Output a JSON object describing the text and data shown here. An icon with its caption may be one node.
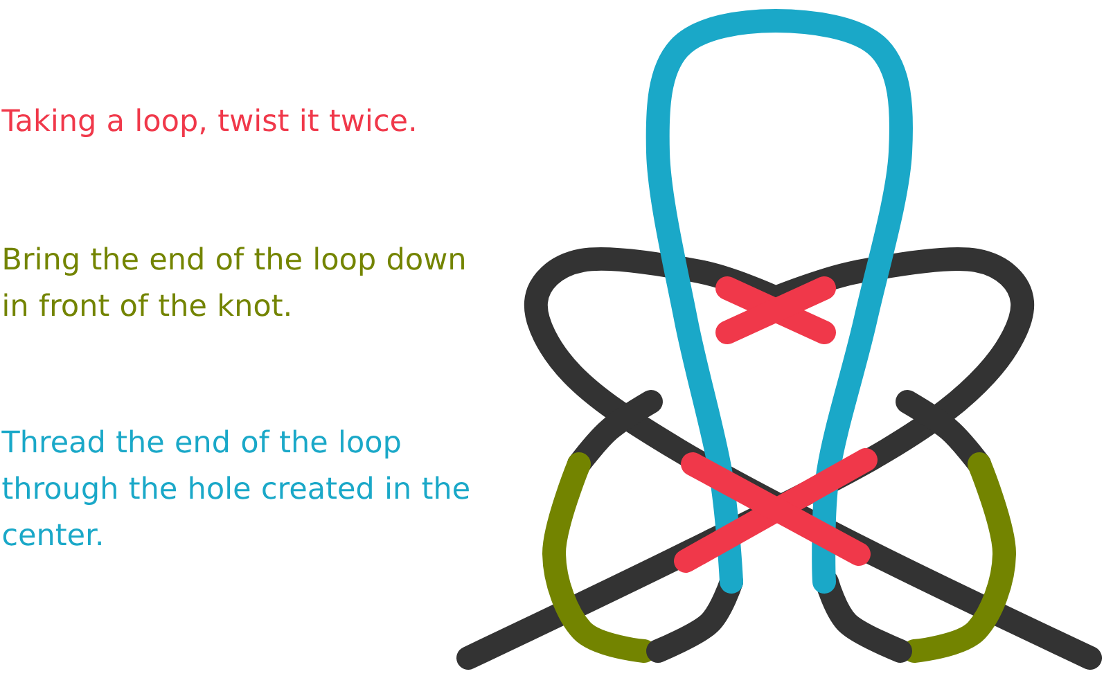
{
  "diagram": {
    "labels": [
      "Taking a loop, twist it twice.",
      "Bring the end of the loop down in front of the knot.",
      "Thread the end of the loop through the hole created in the center."
    ]
  }
}
